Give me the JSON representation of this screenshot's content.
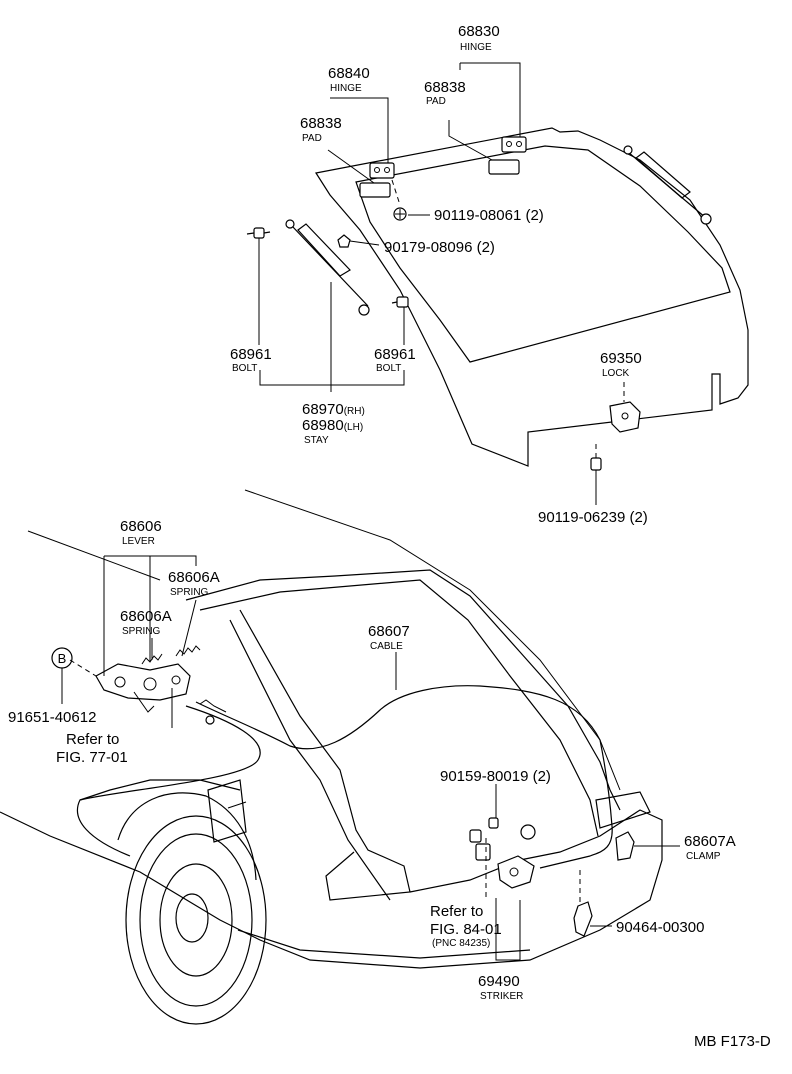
{
  "figure_code": "MB F173-D",
  "upper": {
    "hinge_right": {
      "pn": "68830",
      "name": "HINGE"
    },
    "pad_right": {
      "pn": "68838",
      "name": "PAD"
    },
    "hinge_left": {
      "pn": "68840",
      "name": "HINGE"
    },
    "pad_left": {
      "pn": "68838",
      "name": "PAD"
    },
    "screw_hinge": {
      "pn": "90119-08061 (2)"
    },
    "nut": {
      "pn": "90179-08096 (2)"
    },
    "bolt_left": {
      "pn": "68961",
      "name": "BOLT"
    },
    "bolt_right": {
      "pn": "68961",
      "name": "BOLT"
    },
    "stay": {
      "pn_rh": "68970",
      "suffix_rh": "(RH)",
      "pn_lh": "68980",
      "suffix_lh": "(LH)",
      "name": "STAY"
    },
    "lock": {
      "pn": "69350",
      "name": "LOCK"
    },
    "screw_lock": {
      "pn": "90119-06239 (2)"
    }
  },
  "lower": {
    "lever": {
      "pn": "68606",
      "name": "LEVER"
    },
    "spring_a": {
      "pn": "68606A",
      "name": "SPRING"
    },
    "spring_b": {
      "pn": "68606A",
      "name": "SPRING"
    },
    "marker": "B",
    "screw_lever": {
      "pn": "91651-40612"
    },
    "ref_77": {
      "line1": "Refer to",
      "line2": "FIG. 77-01"
    },
    "cable": {
      "pn": "68607",
      "name": "CABLE"
    },
    "screw_striker": {
      "pn": "90159-80019 (2)"
    },
    "clamp": {
      "pn": "68607A",
      "name": "CLAMP"
    },
    "clip": {
      "pn": "90464-00300"
    },
    "ref_84": {
      "line1": "Refer to",
      "line2": "FIG. 84-01",
      "line3": "(PNC 84235)"
    },
    "striker": {
      "pn": "69490",
      "name": "STRIKER"
    }
  }
}
